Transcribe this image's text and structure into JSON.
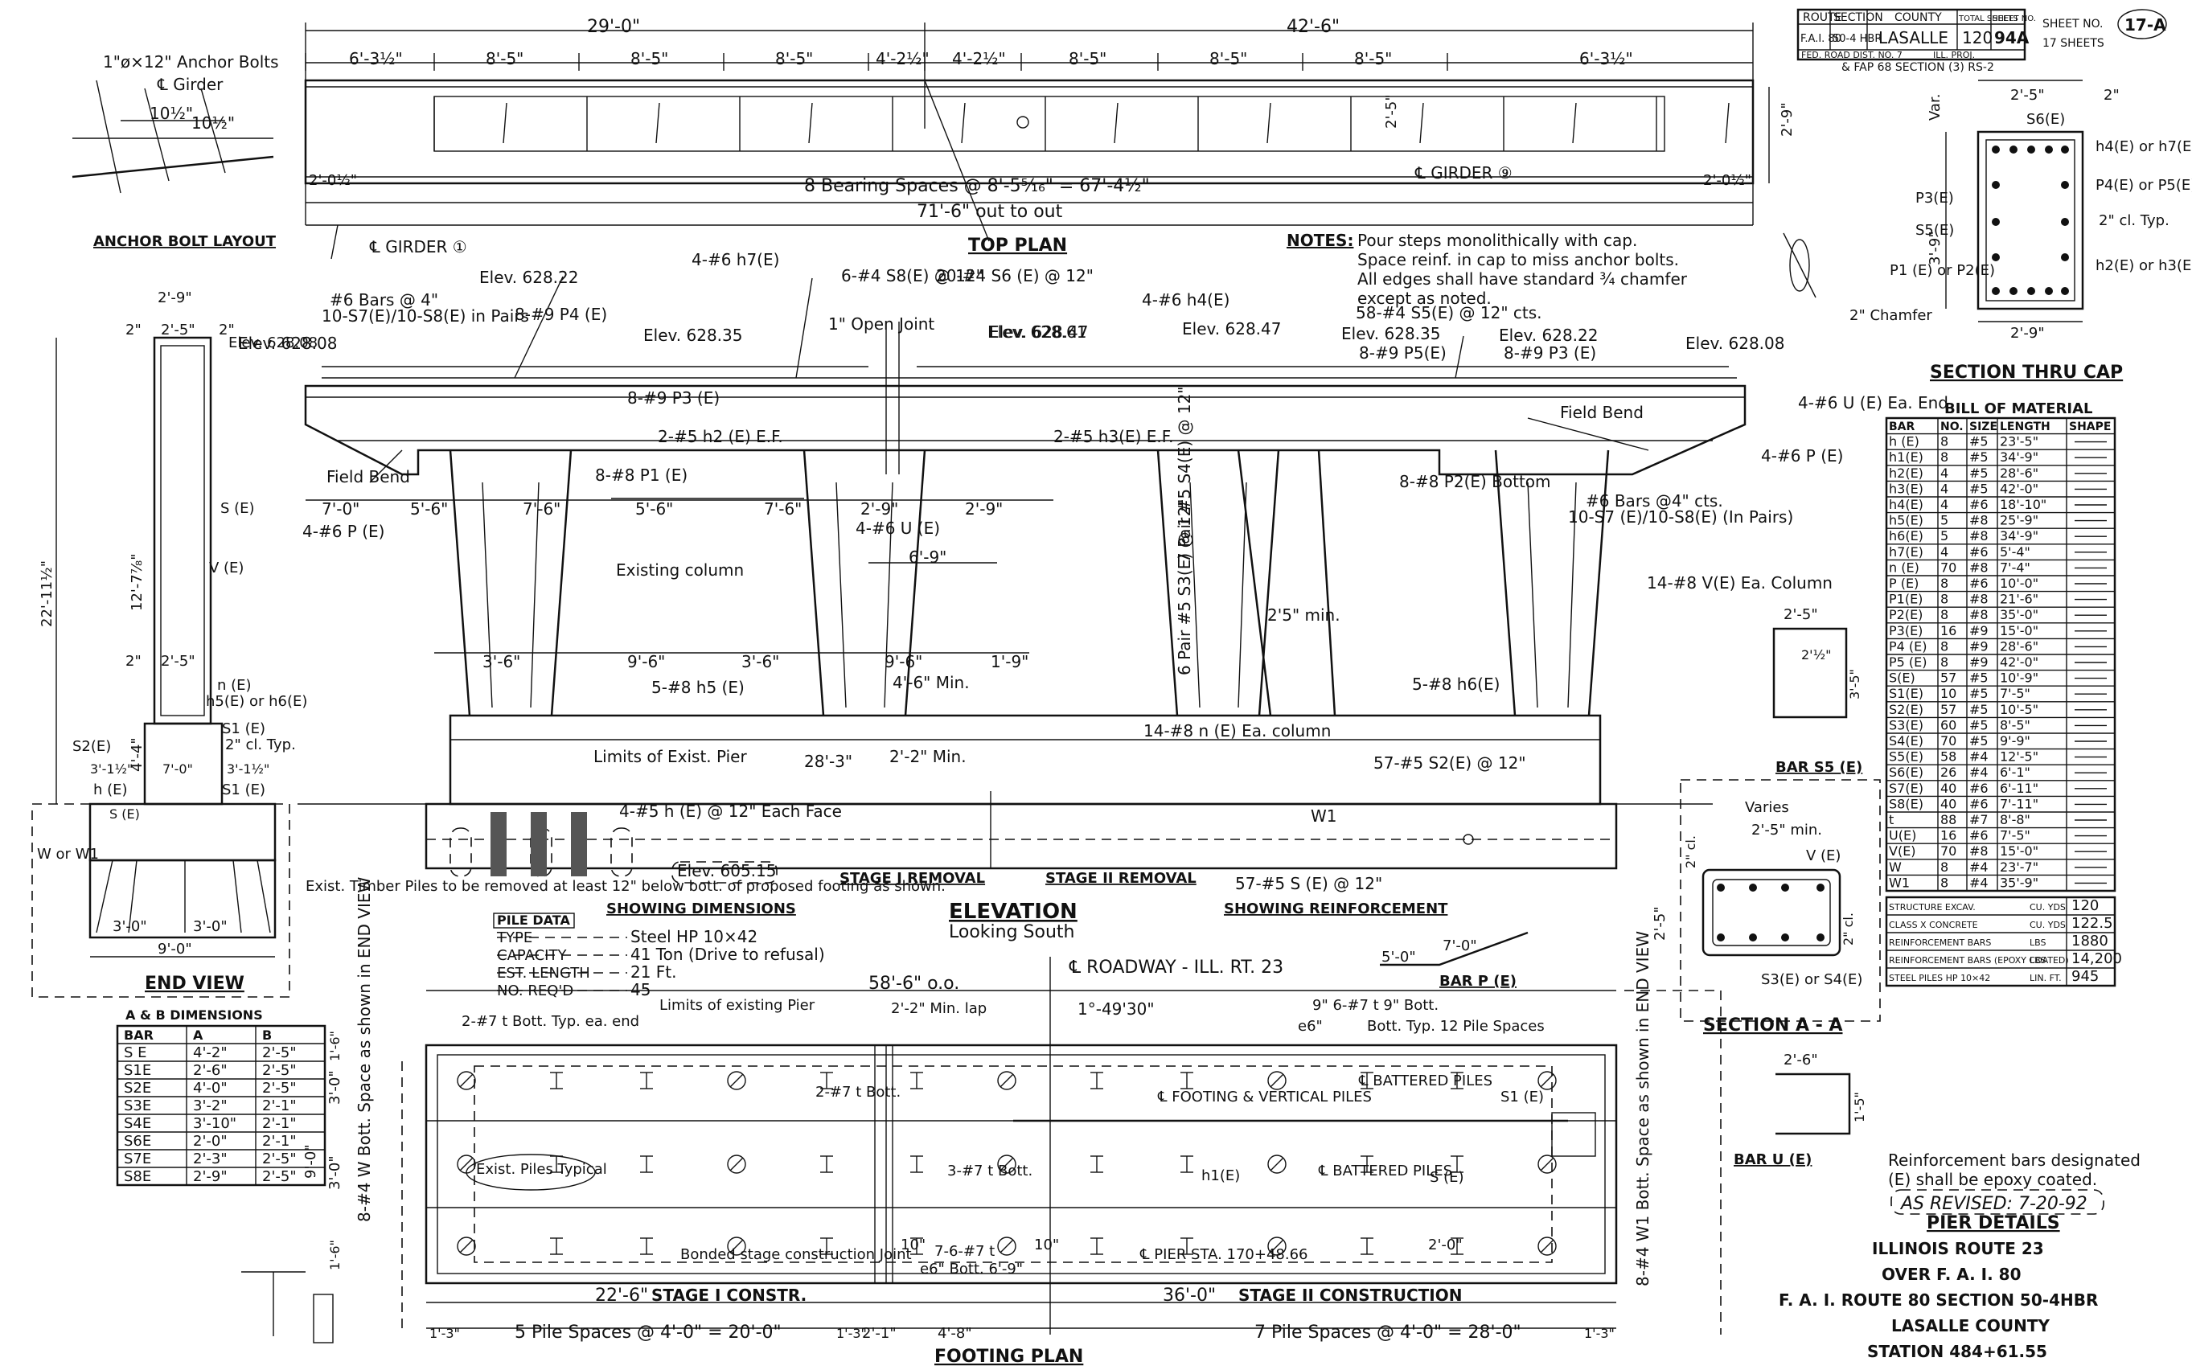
{
  "title_block": {
    "headers": [
      "ROUTE",
      "SECTION",
      "COUNTY",
      "TOTAL SHEETS",
      "SHEET NO."
    ],
    "route": "F.A.I. 80",
    "section": "50-4 HBR",
    "county": "LASALLE",
    "total_sheets": "120",
    "sheet_no": "94A",
    "district": "FED. ROAD DIST. NO. 7",
    "state": "ILL. PROJ.",
    "extra": "& FAP 68 SECTION (3) RS-2",
    "sheet_label": "SHEET NO.",
    "sheet_value": "17-A",
    "sheets_label": "17 SHEETS"
  },
  "top_plan": {
    "label": "TOP PLAN",
    "dim_left": "29'-0\"",
    "dim_right": "42'-6\"",
    "segments": [
      "6'-3½\"",
      "8'-5\"",
      "8'-5\"",
      "8'-5\"",
      "4'-2½\"",
      "4'-2½\"",
      "8'-5\"",
      "8'-5\"",
      "8'-5\"",
      "6'-3½\""
    ],
    "bearing": "8 Bearing Spaces @ 8'-5⁵⁄₁₆\" = 67'-4½\"",
    "out_to_out": "71'-6\" out to out",
    "end_left": "2'-0½\"",
    "end_right": "2'-0½\"",
    "girder_1": "℄ GIRDER ①",
    "girder_9": "℄ GIRDER ⑨",
    "depth_1": "2'-5\"",
    "depth_2": "2'-9\""
  },
  "anchor_bolt": {
    "label": "ANCHOR BOLT LAYOUT",
    "callout": "1\"ø×12\" Anchor Bolts",
    "girder": "℄ Girder",
    "dim_a": "10½\"",
    "dim_b": "10½\""
  },
  "notes": {
    "label": "NOTES:",
    "lines": [
      "Pour steps monolithically with cap.",
      "Space reinf. in cap to miss anchor bolts.",
      "All edges shall have standard ¾ chamfer",
      "except as noted."
    ]
  },
  "elevation": {
    "label": "ELEVATION",
    "sublabel": "Looking South",
    "showing_dimensions": "SHOWING DIMENSIONS",
    "showing_reinforcement": "SHOWING REINFORCEMENT",
    "stage_1_removal": "STAGE I REMOVAL",
    "stage_2_removal": "STAGE II REMOVAL",
    "callouts": [
      "Elev. 628.22",
      "Elev. 628.08",
      "Elev. 628.35",
      "Elev. 628.47",
      "Elev. 628.61",
      "Elev. 628.47",
      "Elev. 628.35",
      "Elev. 628.22",
      "Elev. 628.08",
      "4-#6 h7(E)",
      "6-#4 S8(E) @ 12\"",
      "20-#4 S6 (E) @ 12\"",
      "4-#6 h4(E)",
      "58-#4 S5(E) @ 12\" cts.",
      "8-#9 P4 (E)",
      "8-#9 P5(E)",
      "8-#9 P3 (E)",
      "8-#9 P3 (E)",
      "2-#5 h2 (E) E.F.",
      "2-#5 h3(E) E.F.",
      "8-#8 P1 (E)",
      "8-#8 P2(E) Bottom",
      "4-#6 U (E) Ea. End",
      "4-#6 P (E)",
      "#6 Bars @ 4\"",
      "10-S7(E)/10-S8(E) in Pairs",
      "1\" Open Joint",
      "Field Bend",
      "Field Bend",
      "#6 Bars @4\" cts.",
      "10-S7 (E)/10-S8(E) (In Pairs)",
      "14-#8 V(E) Ea. Column",
      "4-#6 P (E)",
      "4-#6 U (E)",
      "Existing column",
      "7 Pair #5 S4(E) @ 12\"",
      "6 Pair #5 S3(E) @ 12\"",
      "2'5\" min.",
      "5-#8 h5 (E)",
      "5-#8 h6(E)",
      "14-#8 n (E) Ea. column",
      "Limits of Exist. Pier",
      "28'-3\"",
      "2'-2\" Min.",
      "57-#5 S2(E) @ 12\"",
      "4-#5 h (E) @ 12\" Each Face",
      "57-#5 S (E) @ 12\"",
      "Elev. 605.15",
      "W1",
      "4'-6\" Min."
    ],
    "dims_row1": [
      "7'-0\"",
      "5'-6\"",
      "7'-6\"",
      "5'-6\"",
      "7'-6\"",
      "2'-9\"",
      "2'-9\""
    ],
    "dims_row2": [
      "3'-6\"",
      "9'-6\"",
      "3'-6\"",
      "9'-6\"",
      "1'-9\""
    ],
    "mid_dim": "6'-9\"",
    "exist_piles": "Exist. Timber Piles to be removed at least 12\" below bott. of proposed footing as shown."
  },
  "pile_data": {
    "label": "PILE DATA",
    "rows": [
      {
        "k": "TYPE",
        "v": "Steel HP 10×42"
      },
      {
        "k": "CAPACITY",
        "v": "41 Ton (Drive to refusal)"
      },
      {
        "k": "EST. LENGTH",
        "v": "21 Ft."
      },
      {
        "k": "NO. REQ'D",
        "v": "45"
      }
    ]
  },
  "end_view": {
    "label": "END VIEW",
    "dims": [
      "2'-9\"",
      "2'-5\"",
      "2\"",
      "2\"",
      "2'-5\"",
      "2\"",
      "3'-1½\"",
      "3'-1½\"",
      "7'-0\"",
      "3'-0\"",
      "3'-0\"",
      "9'-0\"",
      "22'-11½\"",
      "12'-7⅞\"",
      "4'-4\""
    ],
    "callouts": [
      "S (E)",
      "V (E)",
      "n (E)",
      "h5(E) or h6(E)",
      "S1 (E)",
      "2\" cl. Typ.",
      "S2(E)",
      "h (E)",
      "S1 (E)",
      "S (E)",
      "W or W1",
      "Elev. 628.08"
    ]
  },
  "abb_dimensions": {
    "label": "A & B DIMENSIONS",
    "headers": [
      "BAR",
      "A",
      "B"
    ],
    "rows": [
      [
        "S E",
        "4'-2\"",
        "2'-5\""
      ],
      [
        "S1E",
        "2'-6\"",
        "2'-5\""
      ],
      [
        "S2E",
        "4'-0\"",
        "2'-5\""
      ],
      [
        "S3E",
        "3'-2\"",
        "2'-1\""
      ],
      [
        "S4E",
        "3'-10\"",
        "2'-1\""
      ],
      [
        "S6E",
        "2'-0\"",
        "2'-1\""
      ],
      [
        "S7E",
        "2'-3\"",
        "2'-5\""
      ],
      [
        "S8E",
        "2'-9\"",
        "2'-5\""
      ]
    ]
  },
  "section_cap": {
    "label": "SECTION THRU CAP",
    "dims": [
      "2'-5\"",
      "2\"",
      "2'-9\"",
      "3'-9\"",
      "Var."
    ],
    "callouts": [
      "S6(E)",
      "h4(E) or h7(E)",
      "P4(E) or P5(E)",
      "2\" cl. Typ.",
      "P3(E)",
      "S5(E)",
      "P1 (E) or P2(E)",
      "h2(E) or h3(E)",
      "2\" Chamfer"
    ]
  },
  "bill_of_material": {
    "label": "BILL OF MATERIAL",
    "headers": [
      "BAR",
      "NO.",
      "SIZE",
      "LENGTH",
      "SHAPE"
    ],
    "rows": [
      [
        "h (E)",
        "8",
        "#5",
        "23'-5\""
      ],
      [
        "h1(E)",
        "8",
        "#5",
        "34'-9\""
      ],
      [
        "h2(E)",
        "4",
        "#5",
        "28'-6\""
      ],
      [
        "h3(E)",
        "4",
        "#5",
        "42'-0\""
      ],
      [
        "h4(E)",
        "4",
        "#6",
        "18'-10\""
      ],
      [
        "h5(E)",
        "5",
        "#8",
        "25'-9\""
      ],
      [
        "h6(E)",
        "5",
        "#8",
        "34'-9\""
      ],
      [
        "h7(E)",
        "4",
        "#6",
        "5'-4\""
      ],
      [
        "n (E)",
        "70",
        "#8",
        "7'-4\""
      ],
      [
        "P (E)",
        "8",
        "#6",
        "10'-0\""
      ],
      [
        "P1(E)",
        "8",
        "#8",
        "21'-6\""
      ],
      [
        "P2(E)",
        "8",
        "#8",
        "35'-0\""
      ],
      [
        "P3(E)",
        "16",
        "#9",
        "15'-0\""
      ],
      [
        "P4 (E)",
        "8",
        "#9",
        "28'-6\""
      ],
      [
        "P5 (E)",
        "8",
        "#9",
        "42'-0\""
      ],
      [
        "S(E)",
        "57",
        "#5",
        "10'-9\""
      ],
      [
        "S1(E)",
        "10",
        "#5",
        "7'-5\""
      ],
      [
        "S2(E)",
        "57",
        "#5",
        "10'-5\""
      ],
      [
        "S3(E)",
        "60",
        "#5",
        "8'-5\""
      ],
      [
        "S4(E)",
        "70",
        "#5",
        "9'-9\""
      ],
      [
        "S5(E)",
        "58",
        "#4",
        "12'-5\""
      ],
      [
        "S6(E)",
        "26",
        "#4",
        "6'-1\""
      ],
      [
        "S7(E)",
        "40",
        "#6",
        "6'-11\""
      ],
      [
        "S8(E)",
        "40",
        "#6",
        "7'-11\""
      ],
      [
        "t",
        "88",
        "#7",
        "8'-8\""
      ],
      [
        "U(E)",
        "16",
        "#6",
        "7'-5\""
      ],
      [
        "V(E)",
        "70",
        "#8",
        "15'-0\""
      ],
      [
        "W",
        "8",
        "#4",
        "23'-7\""
      ],
      [
        "W1",
        "8",
        "#4",
        "35'-9\""
      ]
    ],
    "totals": [
      {
        "k": "STRUCTURE EXCAV.",
        "u": "CU. YDS",
        "v": "120"
      },
      {
        "k": "CLASS X CONCRETE",
        "u": "CU. YDS",
        "v": "122.5"
      },
      {
        "k": "REINFORCEMENT BARS",
        "u": "LBS",
        "v": "1880"
      },
      {
        "k": "REINFORCEMENT BARS (EPOXY COATED)",
        "u": "LBS",
        "v": "14,200"
      },
      {
        "k": "STEEL PILES HP 10×42",
        "u": "LIN. FT.",
        "v": "945"
      }
    ]
  },
  "footnote": {
    "line1": "Reinforcement bars designated",
    "line2": "(E) shall be epoxy coated.",
    "revised": "AS REVISED: 7-20-92"
  },
  "bars": {
    "s5_label": "BAR S5 (E)",
    "s5_dims": [
      "2'-5\"",
      "3'-5\"",
      "2'½\""
    ],
    "p_label": "BAR P (E)",
    "p_dims": [
      "5'-0\"",
      "7'-0\""
    ],
    "u_label": "BAR U (E)",
    "u_dims": [
      "2'-6\"",
      "1'-5\""
    ]
  },
  "section_aa": {
    "label": "SECTION A - A",
    "callouts": [
      "Varies",
      "2'-5\" min.",
      "V (E)",
      "2\" cl.",
      "2\" cl.",
      "S3(E) or S4(E)",
      "2'-5\""
    ]
  },
  "footing_plan": {
    "label": "FOOTING PLAN",
    "roadway": "℄ ROADWAY - ILL. RT. 23",
    "overall": "58'-6\" o.o.",
    "angle": "1°-49'30\"",
    "callouts": [
      "2-#7 t Bott. Typ. ea. end",
      "Limits of existing Pier",
      "2'-2\" Min. lap",
      "9\" 6-#7 t 9\" Bott.",
      "Bott. Typ. 12 Pile Spaces",
      "e6\"",
      "2-#7 t Bott.",
      "℄ FOOTING & VERTICAL PILES",
      "℄ BATTERED PILES",
      "S1 (E)",
      "h1(E)",
      "℄ BATTERED PILES",
      "S (E)",
      "Exist. Piles Typical",
      "3-#7 t Bott.",
      "7-6-#7 t",
      "e6\" Bott. 6'-9\"",
      "Bonded stage construction Joint",
      "℄ PIER STA. 170+48.66",
      "2'-0\"",
      "8-#4 W Bott. Space as shown in END VIEW",
      "8-#4 W1 Bott. Space as shown in END VIEW",
      "10\"",
      "10\""
    ],
    "stage_1": "STAGE I CONSTR.",
    "stage_2": "STAGE II CONSTRUCTION",
    "dim_s1": "22'-6\"",
    "dim_s2": "36'-0\"",
    "piles_left": "5 Pile Spaces @ 4'-0\" = 20'-0\"",
    "piles_right": "7 Pile Spaces @ 4'-0\" = 28'-0\"",
    "mid_dims": [
      "2'-1\"",
      "4'-8\""
    ],
    "end_dims": [
      "1'-3\"",
      "1'-3\"",
      "1'-3\""
    ],
    "side_dims": [
      "9'-0\"",
      "3'-0\"",
      "3'-0\"",
      "1'-6\"",
      "1'-6\""
    ]
  },
  "pier_details": {
    "label": "PIER DETAILS",
    "lines": [
      "ILLINOIS ROUTE 23",
      "OVER F. A. I. 80",
      "F. A. I. ROUTE 80 SECTION 50-4HBR",
      "LASALLE COUNTY",
      "STATION 484+61.55"
    ]
  }
}
